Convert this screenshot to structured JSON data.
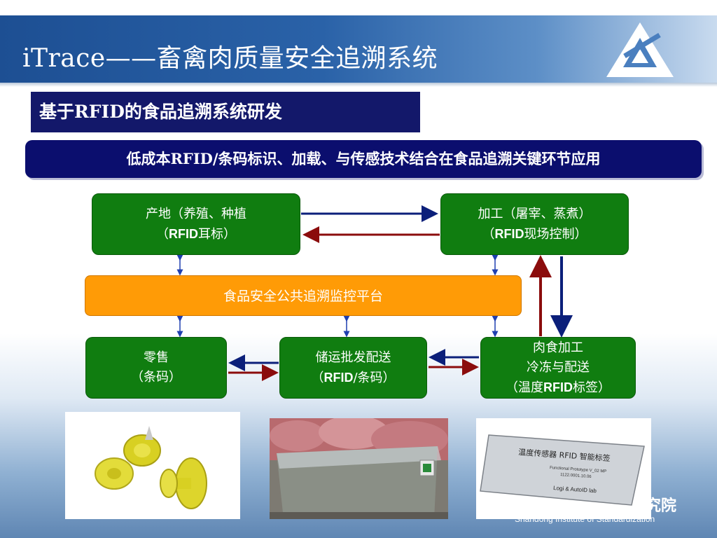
{
  "header": {
    "title": "iTrace——畜禽肉质量安全追溯系统"
  },
  "subheading": "基于RFID的食品追溯系统研发",
  "banner": "低成本RFID/条码标识、加载、与传感技术结合在食品追溯关键环节应用",
  "nodes": {
    "origin": {
      "line1": "产地（养殖、种植",
      "line2_pre": "（",
      "line2_bold": "RFID",
      "line2_post": "耳标）"
    },
    "processing": {
      "line1": "加工（屠宰、蒸煮）",
      "line2_pre": "（",
      "line2_bold": "RFID",
      "line2_post": "现场控制）"
    },
    "platform": "食品安全公共追溯监控平台",
    "retail": {
      "line1": "零售",
      "line2": "（条码）"
    },
    "logistics": {
      "line1": "储运批发配送",
      "line2_pre": "（",
      "line2_bold": "RFID",
      "line2_post": "/条码）"
    },
    "meat": {
      "line1": "肉食加工",
      "line2": "冷冻与配送",
      "line3_pre": "（温度",
      "line3_bold": "RFID",
      "line3_post": "标签）"
    }
  },
  "photos": {
    "card": {
      "title": "温度传感器 RFID 智能标签",
      "line1": "Functional Prototype V_02 MP",
      "line2": "1122.0001.10.06",
      "brand": "Logi & AutoID lab"
    }
  },
  "footer": {
    "cn": "究院",
    "en": "Shandong Institute of Standardization"
  },
  "colors": {
    "header": "#2a62a8",
    "box_green": "#107d10",
    "platform_orange": "#ff9b06",
    "banner_navy": "#0b0e6e",
    "arrow_blue": "#0b1f7a",
    "arrow_red": "#8b0c0c"
  }
}
